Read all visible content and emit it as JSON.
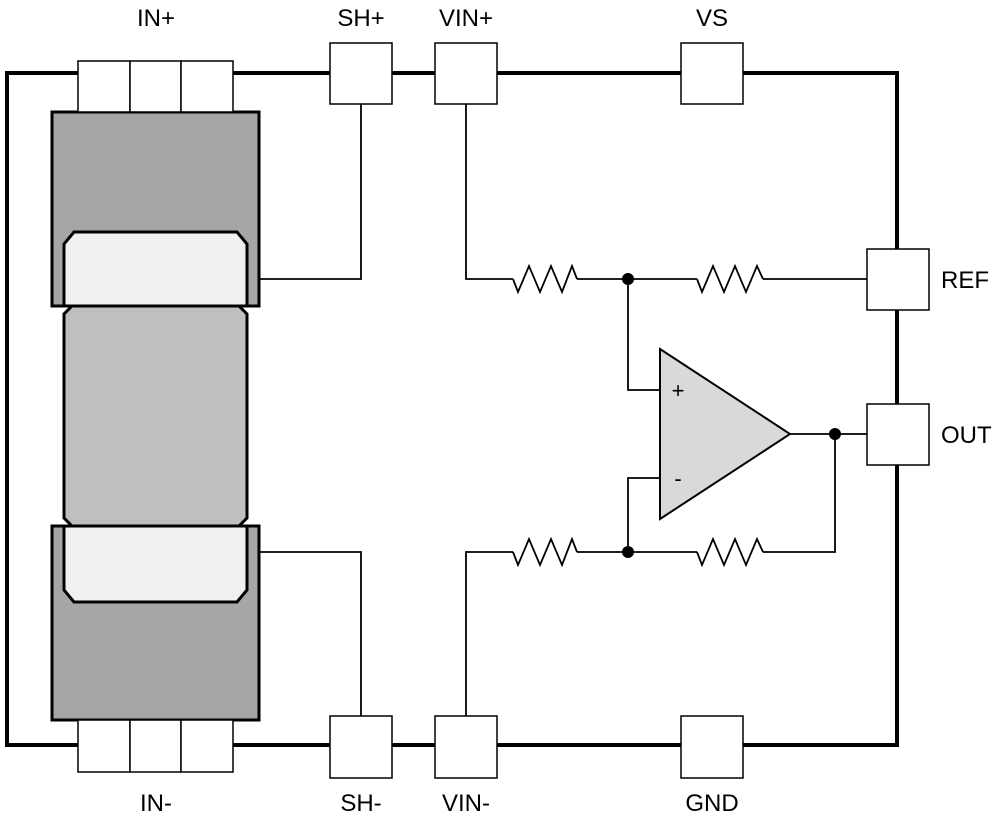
{
  "pins": {
    "in_plus": "IN+",
    "sh_plus": "SH+",
    "vin_plus": "VIN+",
    "vs": "VS",
    "ref": "REF",
    "out": "OUT",
    "in_minus": "IN-",
    "sh_minus": "SH-",
    "vin_minus": "VIN-",
    "gnd": "GND"
  },
  "amplifier": {
    "plus_sign": "+",
    "minus_sign": "-"
  },
  "colors": {
    "line": "#000000",
    "shunt_body": "#a6a6a6",
    "shunt_band": "#f0f0f0",
    "shunt_middle": "#bfbfbf",
    "amp_fill": "#d9d9d9",
    "pad_fill": "#ffffff"
  }
}
